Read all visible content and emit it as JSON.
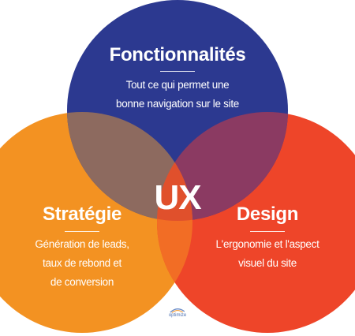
{
  "diagram": {
    "colors": {
      "fonctionnalites": "#2c3990",
      "strategie": "#f39222",
      "design": "#ee4529",
      "overlap_top_left": "#8d6a5f",
      "overlap_top_right": "#8b3a62",
      "overlap_bottom": "#f26d25",
      "center": "#e0502c"
    },
    "center_label": "UX",
    "circles": {
      "fonctionnalites": {
        "title": "Fonctionnalités",
        "desc_lines": [
          "Tout ce qui permet une",
          "bonne navigation sur le site"
        ]
      },
      "strategie": {
        "title": "Stratégie",
        "desc_lines": [
          "Génération de leads,",
          "taux de rebond et",
          "de conversion"
        ]
      },
      "design": {
        "title": "Design",
        "desc_lines": [
          "L'ergonomie et l'aspect",
          "visuel du site"
        ]
      }
    },
    "logo": {
      "text": "optimize",
      "icon": "swoosh-logo-icon"
    }
  }
}
